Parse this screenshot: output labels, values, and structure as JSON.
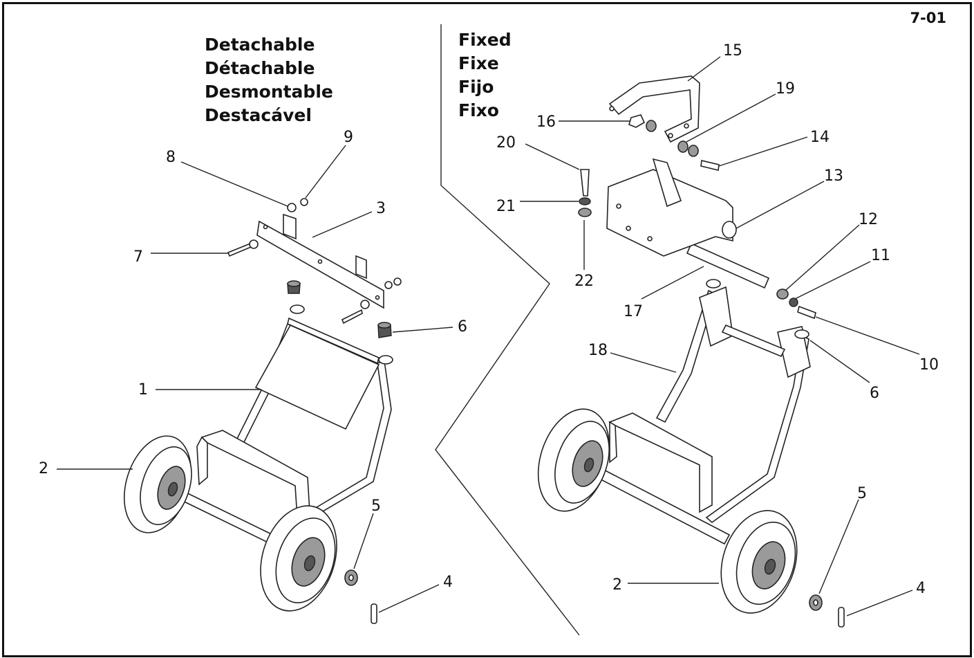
{
  "page_number": "7-01",
  "left_section": {
    "heading_lines": [
      "Detachable",
      "Détachable",
      "Desmontable",
      "Destacável"
    ],
    "callouts": [
      "1",
      "2",
      "3",
      "4",
      "5",
      "6",
      "7",
      "8",
      "9"
    ]
  },
  "right_section": {
    "heading_lines": [
      "Fixed",
      "Fixe",
      "Fijo",
      "Fixo"
    ],
    "callouts": [
      "2",
      "4",
      "5",
      "6",
      "10",
      "11",
      "12",
      "13",
      "14",
      "15",
      "16",
      "17",
      "18",
      "19",
      "20",
      "21",
      "22"
    ]
  }
}
